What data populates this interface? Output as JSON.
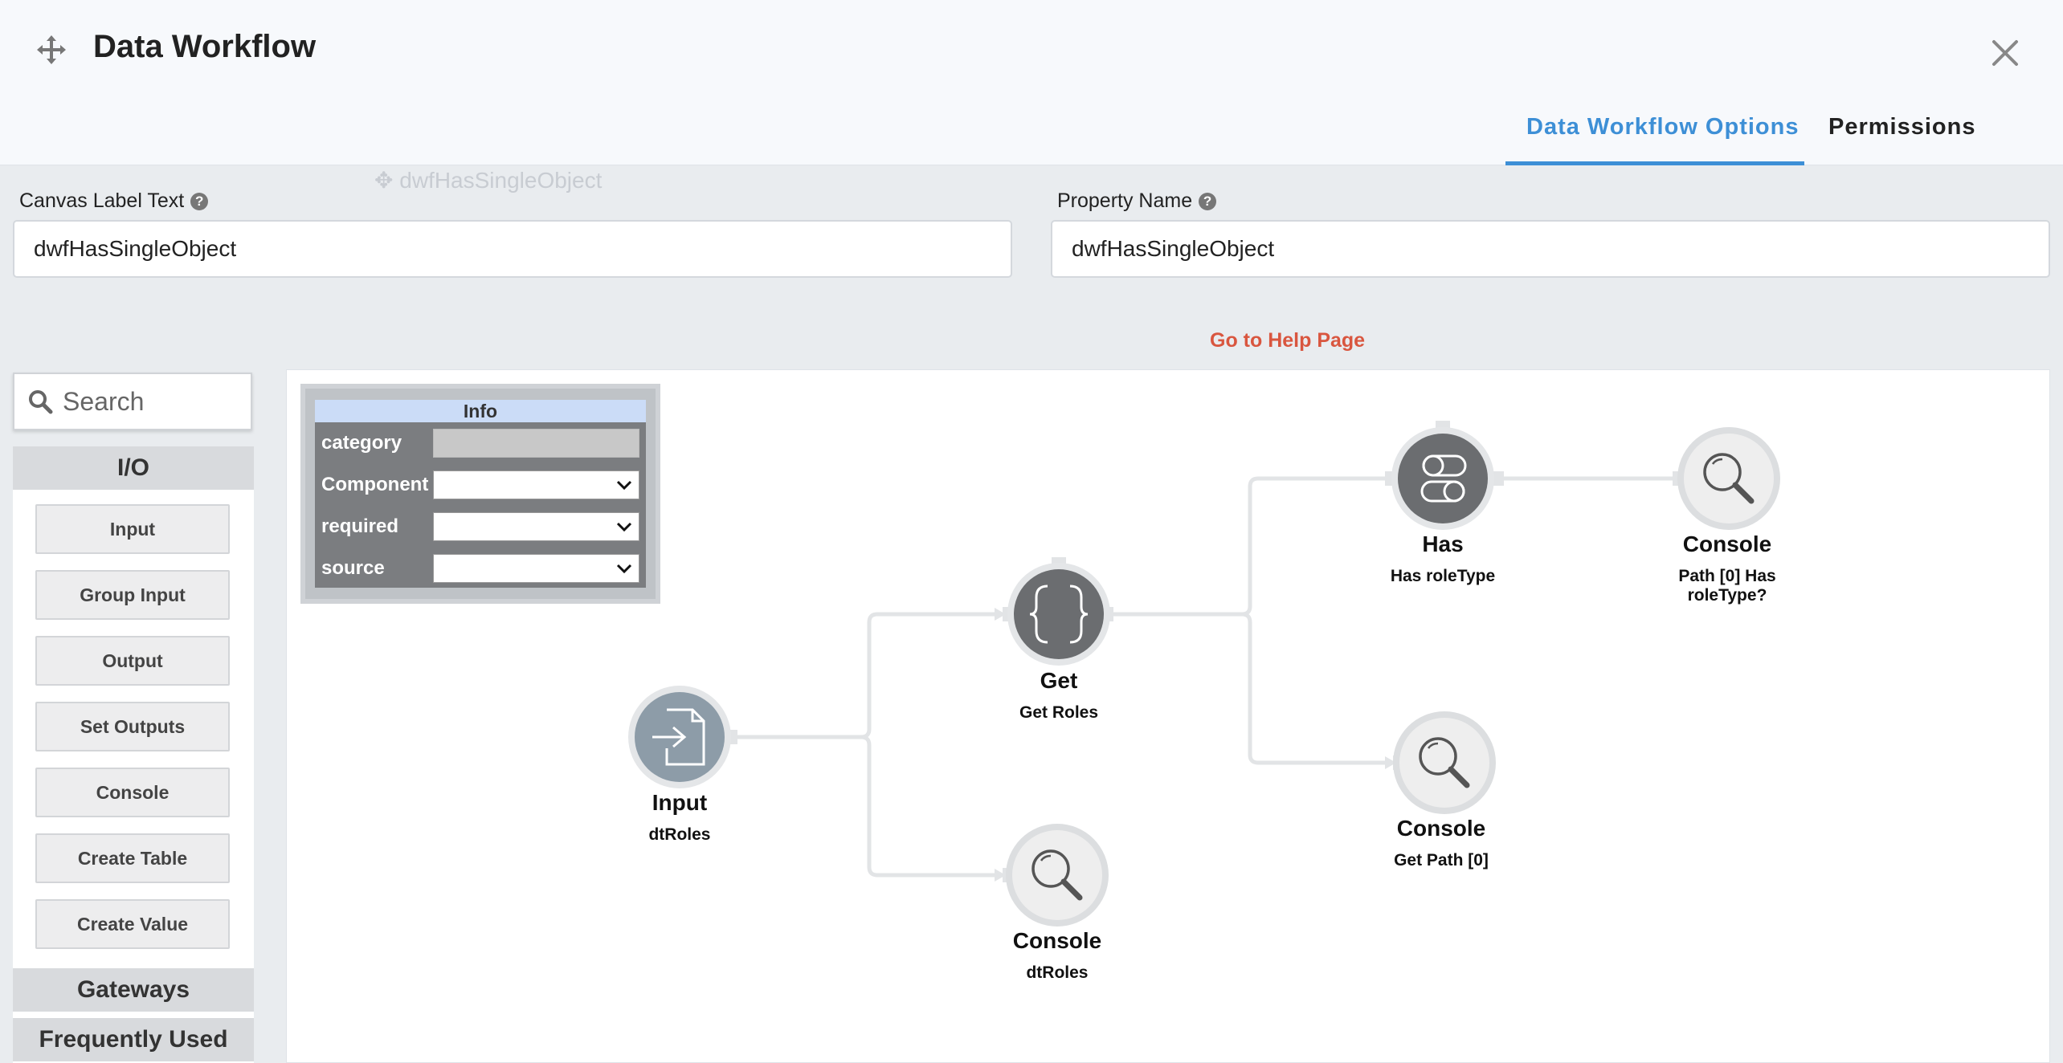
{
  "window": {
    "title": "Data Workflow",
    "canvas_ghost_label": "dwfHasSingleObject"
  },
  "tabs": [
    {
      "label": "Data Workflow Options",
      "active": true
    },
    {
      "label": "Permissions",
      "active": false
    }
  ],
  "form": {
    "canvas_label_text": {
      "label": "Canvas Label Text",
      "value": "dwfHasSingleObject"
    },
    "property_name": {
      "label": "Property Name",
      "value": "dwfHasSingleObject"
    },
    "help_icon": "?",
    "help_link": "Go to Help Page"
  },
  "palette": {
    "search_placeholder": "Search",
    "sections": {
      "io": "I/O",
      "gateways": "Gateways",
      "frequently_used": "Frequently Used"
    },
    "io_items": [
      "Input",
      "Group Input",
      "Output",
      "Set Outputs",
      "Console",
      "Create Table",
      "Create Value"
    ]
  },
  "info_panel": {
    "title": "Info",
    "rows": [
      {
        "label": "category",
        "type": "text"
      },
      {
        "label": "Component",
        "type": "select"
      },
      {
        "label": "required",
        "type": "select"
      },
      {
        "label": "source",
        "type": "select"
      }
    ]
  },
  "nodes": {
    "input": {
      "name": "Input",
      "sub": "dtRoles",
      "icon": "input-document-icon"
    },
    "get": {
      "name": "Get",
      "sub": "Get Roles",
      "icon": "curly-braces-icon"
    },
    "console_dtroles": {
      "name": "Console",
      "sub": "dtRoles",
      "icon": "magnifier-icon"
    },
    "has": {
      "name": "Has",
      "sub": "Has roleType",
      "icon": "has-toggle-icon"
    },
    "console_path_has": {
      "name": "Console",
      "sub": "Path [0] Has roleType?",
      "icon": "magnifier-icon"
    },
    "console_get_path": {
      "name": "Console",
      "sub": "Get Path [0]",
      "icon": "magnifier-icon"
    }
  },
  "colors": {
    "accent": "#3d8fd6",
    "help_link": "#d9563f",
    "node_dark": "#6b6d70",
    "node_input": "#8a9aa6",
    "node_light": "#eeeeee",
    "edge": "#e2e4e6"
  }
}
